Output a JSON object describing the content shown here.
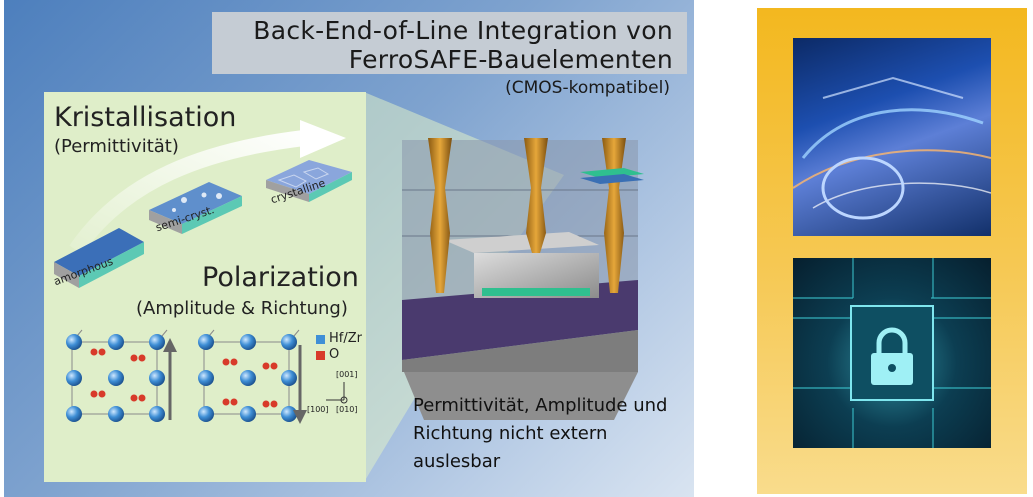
{
  "header": {
    "title_line1": "Back-End-of-Line Integration von",
    "title_line2": "FerroSAFE-Bauelementen",
    "subtitle": "(CMOS-kompatibel)"
  },
  "crystallization": {
    "heading": "Kristallisation",
    "subheading": "(Permittivität)",
    "stages": [
      "amorphous",
      "semi-cryst.",
      "crystalline"
    ]
  },
  "polarization": {
    "heading": "Polarization",
    "subheading": "(Amplitude & Richtung)",
    "legend": [
      {
        "label": "Hf/Zr",
        "color": "#3f8fd6"
      },
      {
        "label": "O",
        "color": "#d83a2a"
      }
    ],
    "axes": {
      "z": "[001]",
      "x": "[100]",
      "y": "[010]"
    }
  },
  "note": "Permittivität, Amplitude und Richtung nicht extern auslesbar",
  "colors": {
    "accent_green": "#2fbf8f",
    "gold": "#f3b81f",
    "panel_blue": "#4d7fbd"
  }
}
